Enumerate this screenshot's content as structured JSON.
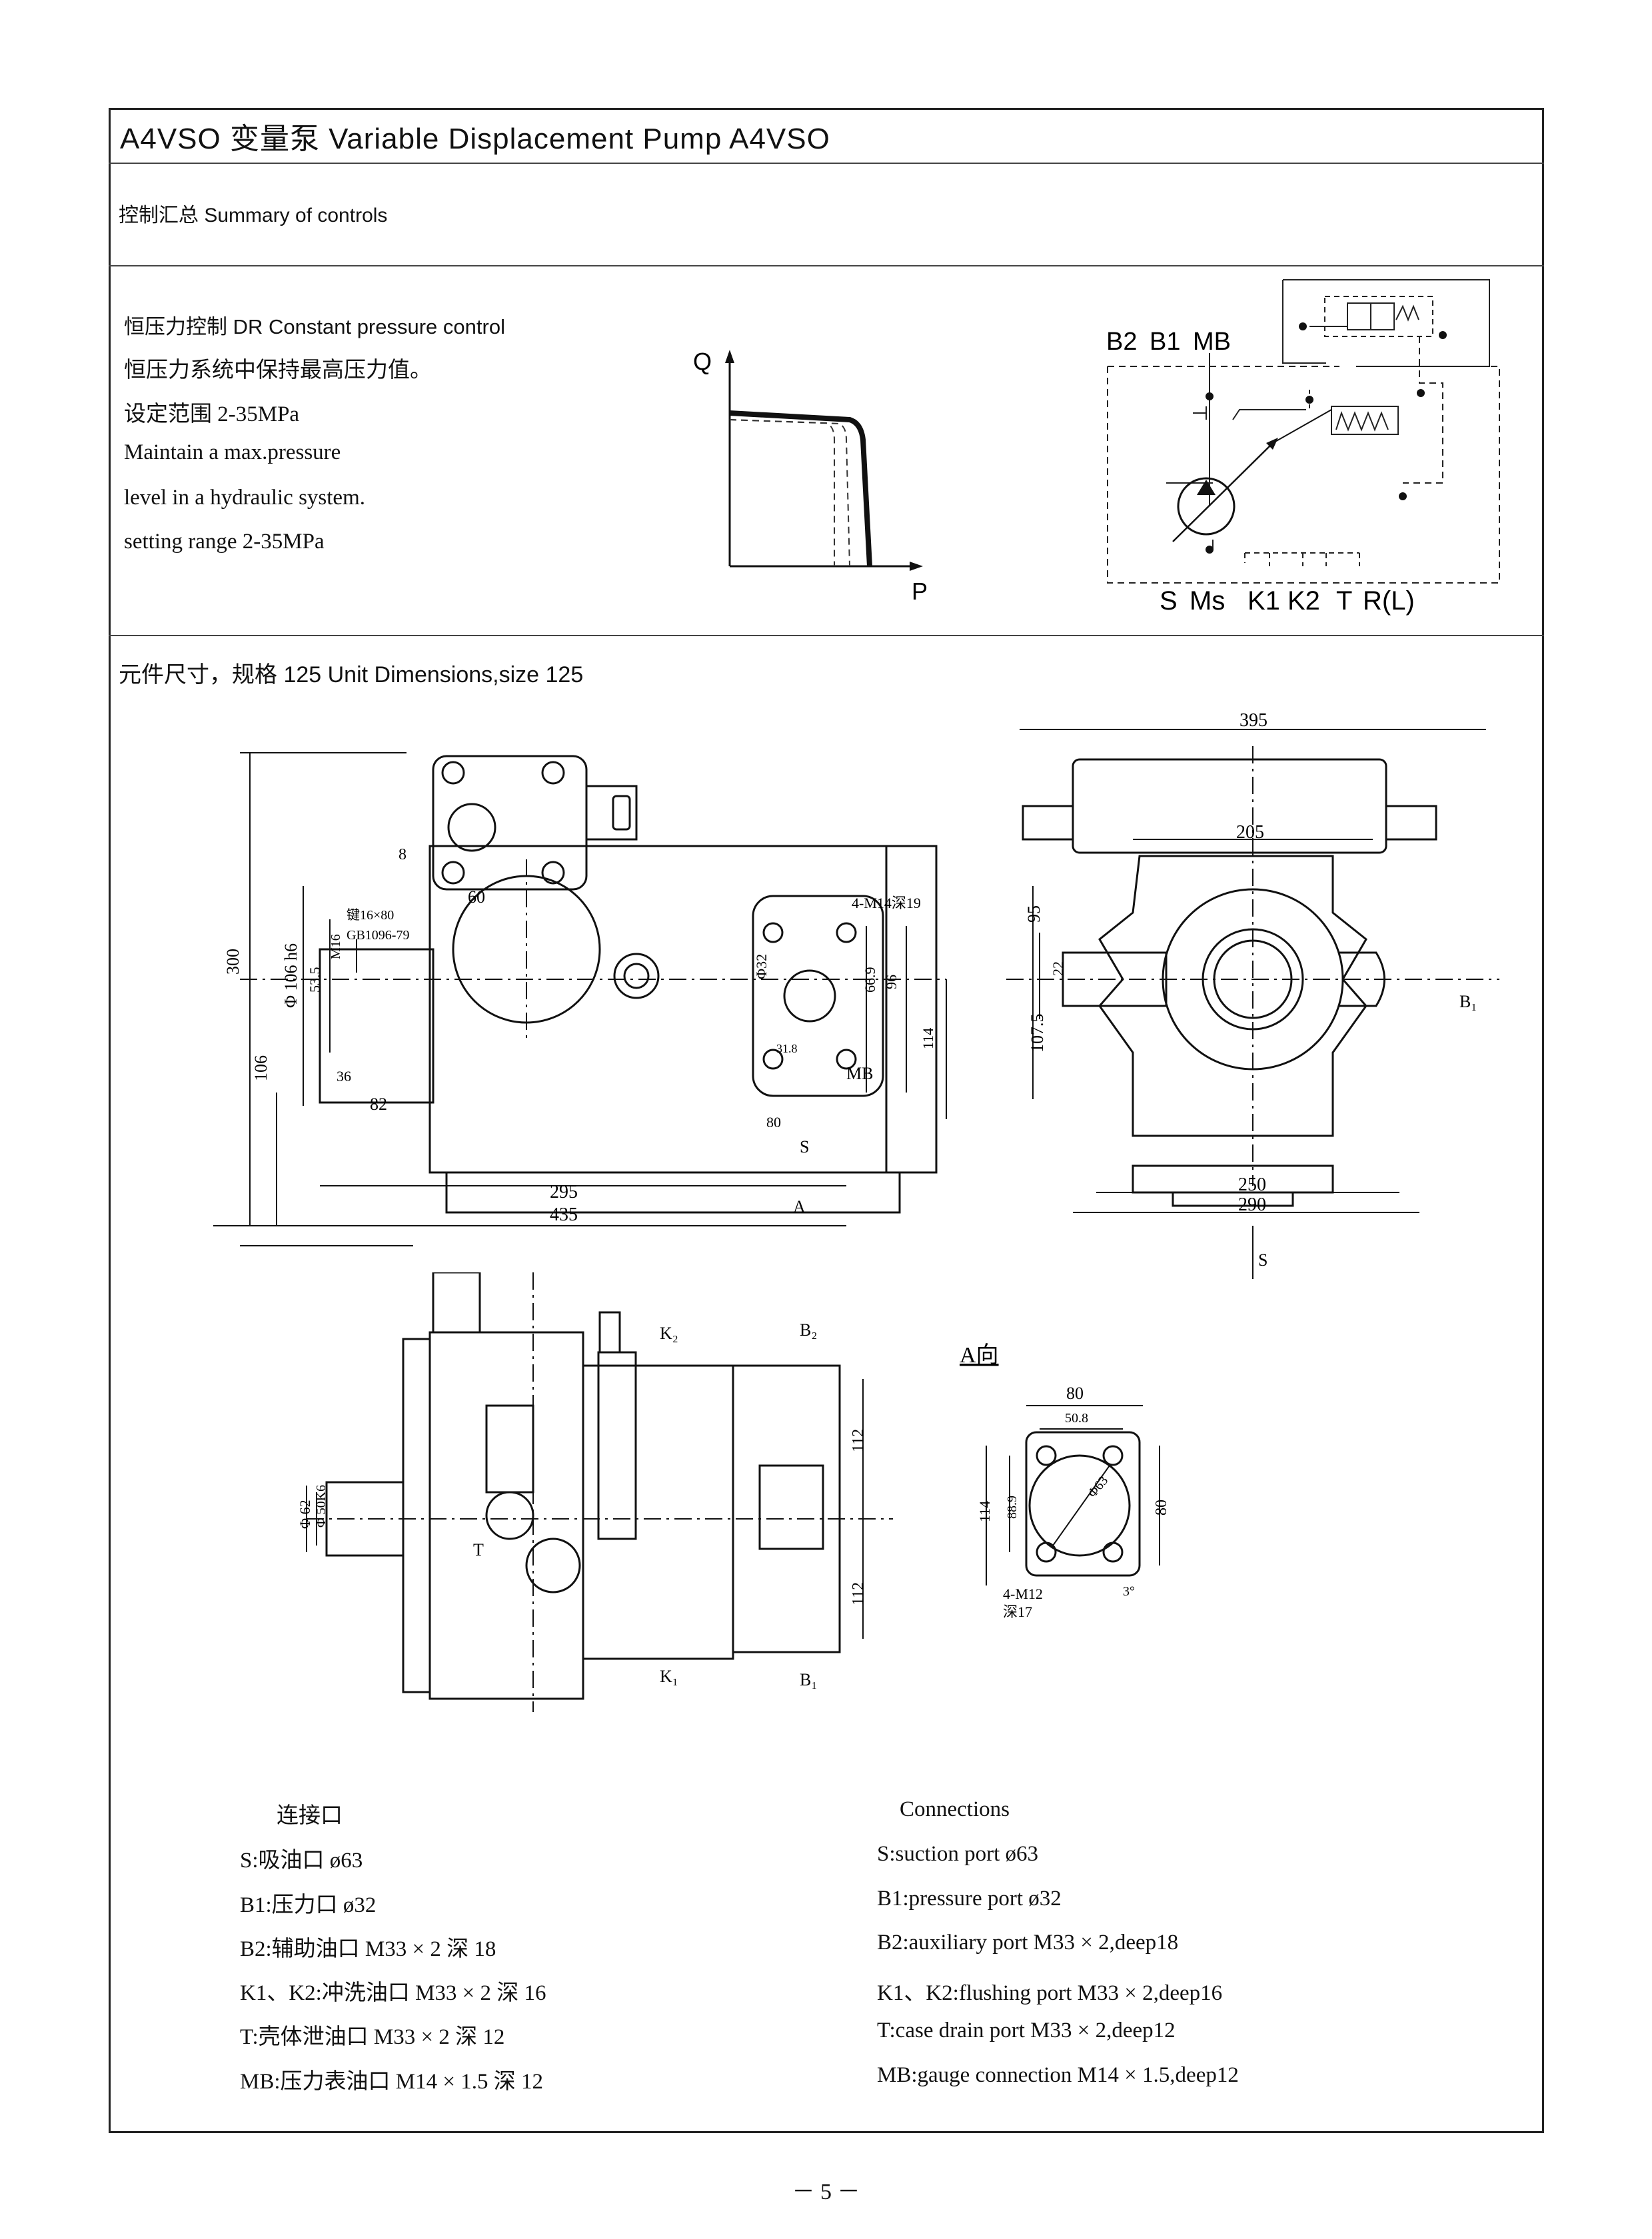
{
  "header": {
    "title": "A4VSO 变量泵 Variable Displacement Pump A4VSO"
  },
  "summary": {
    "label": "控制汇总 Summary of controls"
  },
  "control": {
    "heading": "恒压力控制 DR Constant pressure control",
    "lines": [
      "恒压力系统中保持最高压力值。",
      "设定范围 2-35MPa",
      "Maintain a max.pressure",
      "level in a hydraulic system.",
      "setting range 2-35MPa"
    ],
    "graph": {
      "y_label": "Q",
      "x_label": "P"
    },
    "circuit": {
      "top_ports": [
        "B2",
        "B1",
        "MB"
      ],
      "bottom_ports": [
        "S",
        "Ms",
        "K1",
        "K2",
        "T",
        "R(L)"
      ]
    }
  },
  "dimensions": {
    "heading": "元件尺寸，规格 125 Unit Dimensions,size 125",
    "front": {
      "v_300": "300",
      "v_106": "106",
      "v_106h6": "Φ 106 h6",
      "v_535": "53.5",
      "v_m16": "M16",
      "key": "键16×80",
      "gb": "GB1096-79",
      "h_8": "8",
      "h_60": "60",
      "h_36": "36",
      "h_82": "82",
      "h_295": "295",
      "h_435": "435",
      "h_80": "80",
      "m14": "4-M14深19",
      "d_32": "Φ32",
      "v_669": "66.9",
      "v_96": "96",
      "v_114": "114",
      "h_318": "31.8",
      "mb": "MB",
      "s": "S",
      "a": "A"
    },
    "side": {
      "h_395": "395",
      "h_205": "205",
      "v_95": "95",
      "v_22": "22",
      "v_1075": "107.5",
      "h_250": "250",
      "h_290": "290",
      "b1": "B₁",
      "s": "S"
    },
    "top": {
      "k2": "K₂",
      "b2": "B₂",
      "k1": "K₁",
      "b1": "B₁",
      "t": "T",
      "d_62": "Φ 62",
      "d_50k6": "Φ 50K6",
      "v_112a": "112",
      "v_112b": "112"
    },
    "flange": {
      "title": "A向",
      "h_80": "80",
      "h_508": "50.8",
      "v_114": "114",
      "v_889": "88.9",
      "v_80": "80",
      "d_63": "Φ63",
      "m12": "4-M12",
      "deep": "深17",
      "angle": "3°"
    }
  },
  "connections": {
    "zh_title": "连接口",
    "en_title": "Connections",
    "zh": [
      "S:吸油口 ø63",
      "B1:压力口 ø32",
      "B2:辅助油口 M33 × 2 深 18",
      "K1、K2:冲洗油口 M33 × 2 深 16",
      "T:壳体泄油口 M33 × 2 深 12",
      "MB:压力表油口 M14 × 1.5 深 12"
    ],
    "en": [
      "S:suction port ø63",
      "B1:pressure port ø32",
      "B2:auxiliary port M33 × 2,deep18",
      "K1、K2:flushing port M33 × 2,deep16",
      "T:case drain port M33 × 2,deep12",
      "MB:gauge connection M14 × 1.5,deep12"
    ]
  },
  "footer": {
    "page": "－ 5 －"
  }
}
